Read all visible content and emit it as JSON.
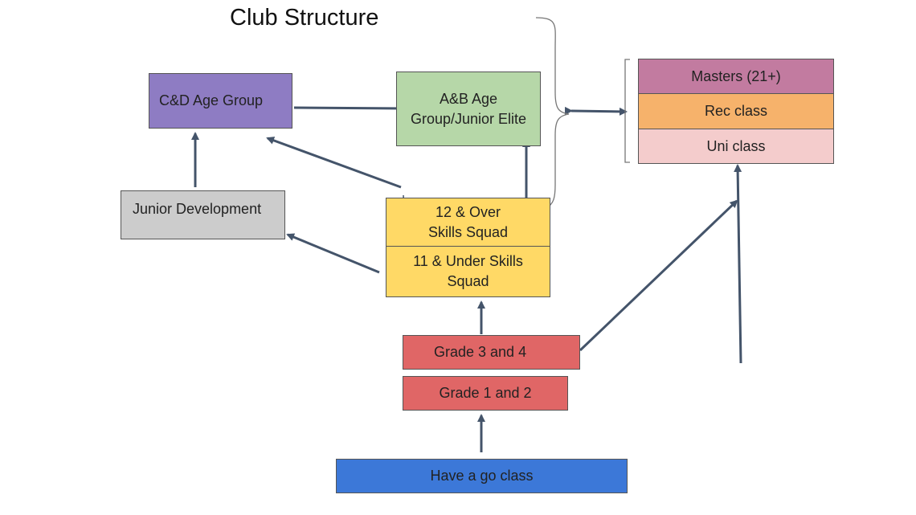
{
  "title": "Club Structure",
  "nodes": {
    "cd_age_group": {
      "label": "C&D Age Group",
      "color": "#8e7cc3"
    },
    "ab_age_group": {
      "label": "A&B Age Group/Junior Elite",
      "color": "#b6d7a8"
    },
    "junior_development": {
      "label": "Junior Development",
      "color": "#cccccc"
    },
    "skills_12_over": {
      "label": "12 & Over Skills Squad",
      "color": "#ffd966"
    },
    "skills_11_under": {
      "label": "11 & Under Skills Squad",
      "color": "#ffd966"
    },
    "grade_3_4": {
      "label": "Grade 3 and 4",
      "color": "#e06666"
    },
    "grade_1_2": {
      "label": "Grade 1 and 2",
      "color": "#e06666"
    },
    "have_a_go": {
      "label": "Have a go class",
      "color": "#3c78d8"
    },
    "masters": {
      "label": "Masters (21+)",
      "color": "#c27ba0"
    },
    "rec_class": {
      "label": "Rec class",
      "color": "#f6b26b"
    },
    "uni_class": {
      "label": "Uni class",
      "color": "#f4cccc"
    }
  },
  "arrow_color": "#44546a"
}
